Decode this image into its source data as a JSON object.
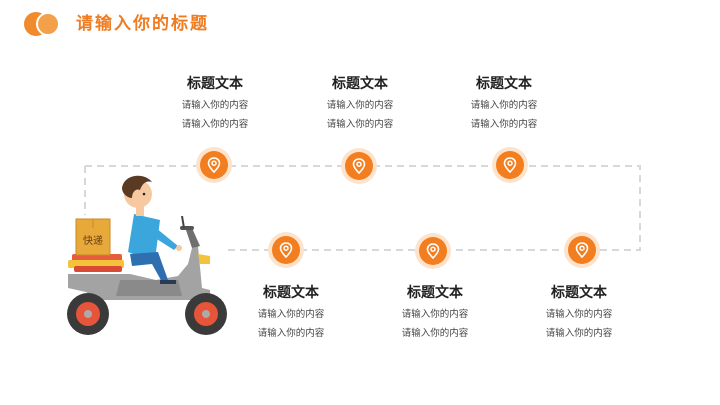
{
  "header": {
    "title": "请输入你的标题"
  },
  "colors": {
    "accent": "#f37e20",
    "accent_light": "#fde3cc",
    "route_line": "#d8d8d8",
    "shirt": "#3aa6dc",
    "box": "#e8a93b"
  },
  "steps_top": [
    {
      "title": "标题文本",
      "line1": "请输入你的内容",
      "line2": "请输入你的内容"
    },
    {
      "title": "标题文本",
      "line1": "请输入你的内容",
      "line2": "请输入你的内容"
    },
    {
      "title": "标题文本",
      "line1": "请输入你的内容",
      "line2": "请输入你的内容"
    }
  ],
  "steps_bottom": [
    {
      "title": "标题文本",
      "line1": "请输入你的内容",
      "line2": "请输入你的内容"
    },
    {
      "title": "标题文本",
      "line1": "请输入你的内容",
      "line2": "请输入你的内容"
    },
    {
      "title": "标题文本",
      "line1": "请输入你的内容",
      "line2": "请输入你的内容"
    }
  ],
  "illustration": {
    "box_label": "快递",
    "icon": "location-pin-icon"
  }
}
